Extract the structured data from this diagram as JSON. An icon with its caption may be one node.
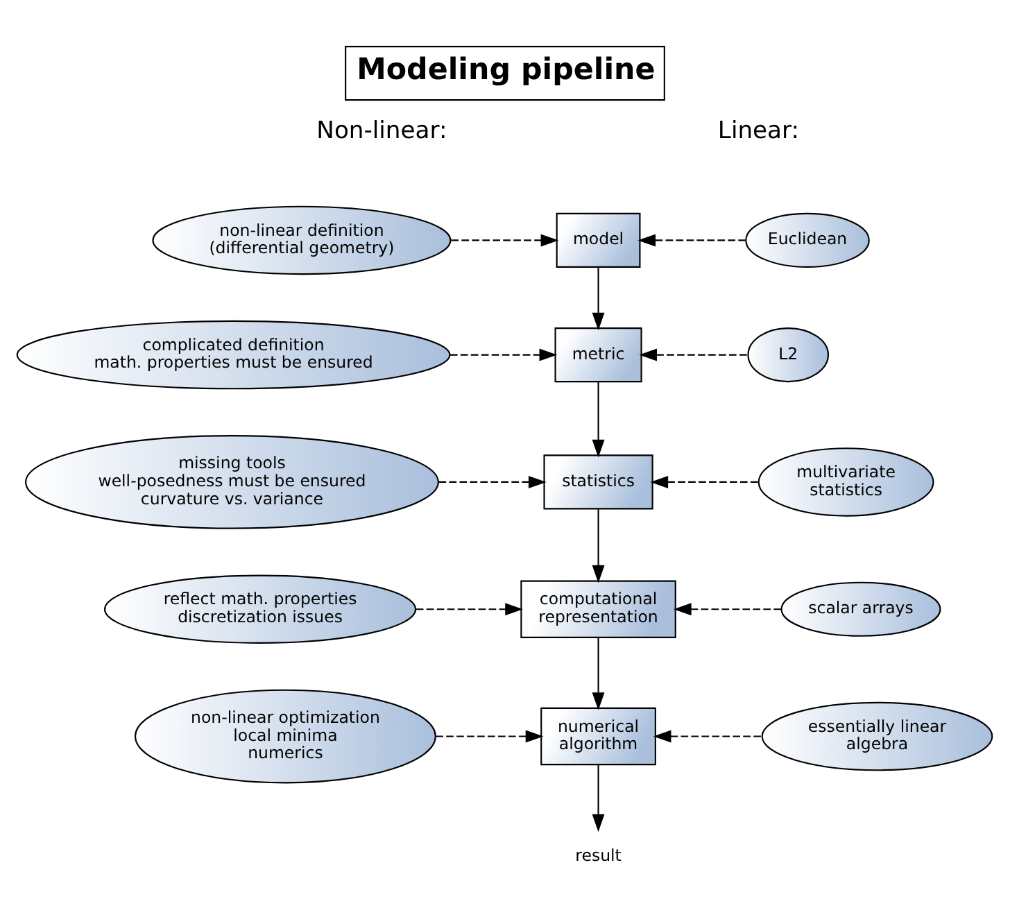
{
  "diagram": {
    "title": "Modeling pipeline",
    "nodes": [
      {
        "text": [
          "non-linear definition (differential geometry)"
        ]
      },
      {
        "text": [
          "model"
        ]
      },
      {
        "text": [
          "Euclidean"
        ]
      },
      {
        "text": [
          "complicated definition",
          "math. properties must be ensured"
        ]
      },
      {
        "text": [
          "metric"
        ]
      },
      {
        "text": [
          "L2"
        ]
      },
      {
        "text": [
          "missing tools",
          "well-posedness must be ensured",
          "curvature vs. variance"
        ]
      },
      {
        "text": [
          "statistics"
        ]
      },
      {
        "text": [
          "multivariate statistics"
        ]
      },
      {
        "text": [
          "reflect math. properties",
          "discretization issues"
        ]
      },
      {
        "text": [
          "computational representation"
        ]
      },
      {
        "text": [
          "scalar arrays"
        ]
      },
      {
        "text": [
          "non-linear optimization",
          "local minima",
          "numerics"
        ]
      },
      {
        "text": [
          "numerical algorithm"
        ]
      },
      {
        "text": [
          "essentially linear algebra"
        ]
      },
      {
        "text": [
          "result"
        ]
      }
    ],
    "edges": [
      {
        "from": 0,
        "to": 1,
        "arrow": "to",
        "style": "dashed"
      },
      {
        "from": 2,
        "to": 1,
        "arrow": "to",
        "style": "dashed"
      },
      {
        "from": 1,
        "to": 4,
        "arrow": "to"
      },
      {
        "from": 3,
        "to": 4,
        "arrow": "to",
        "style": "dashed"
      },
      {
        "from": 5,
        "to": 4,
        "arrow": "to",
        "style": "dashed"
      },
      {
        "from": 4,
        "to": 7,
        "arrow": "to"
      },
      {
        "from": 6,
        "to": 7,
        "arrow": "to",
        "style": "dashed"
      },
      {
        "from": 8,
        "to": 7,
        "arrow": "to",
        "style": "dashed"
      },
      {
        "from": 7,
        "to": 10,
        "arrow": "to"
      },
      {
        "from": 9,
        "to": 10,
        "arrow": "to",
        "style": "dashed"
      },
      {
        "from": 11,
        "to": 10,
        "arrow": "to",
        "style": "dashed"
      },
      {
        "from": 10,
        "to": 13,
        "arrow": "to"
      },
      {
        "from": 12,
        "to": 13,
        "arrow": "to",
        "style": "dashed"
      },
      {
        "from": 14,
        "to": 13,
        "arrow": "to",
        "style": "dashed"
      },
      {
        "from": 13,
        "to": 15,
        "arrow": "to"
      }
    ],
    "labels": [
      "Non-linear:",
      "Linear:"
    ]
  }
}
